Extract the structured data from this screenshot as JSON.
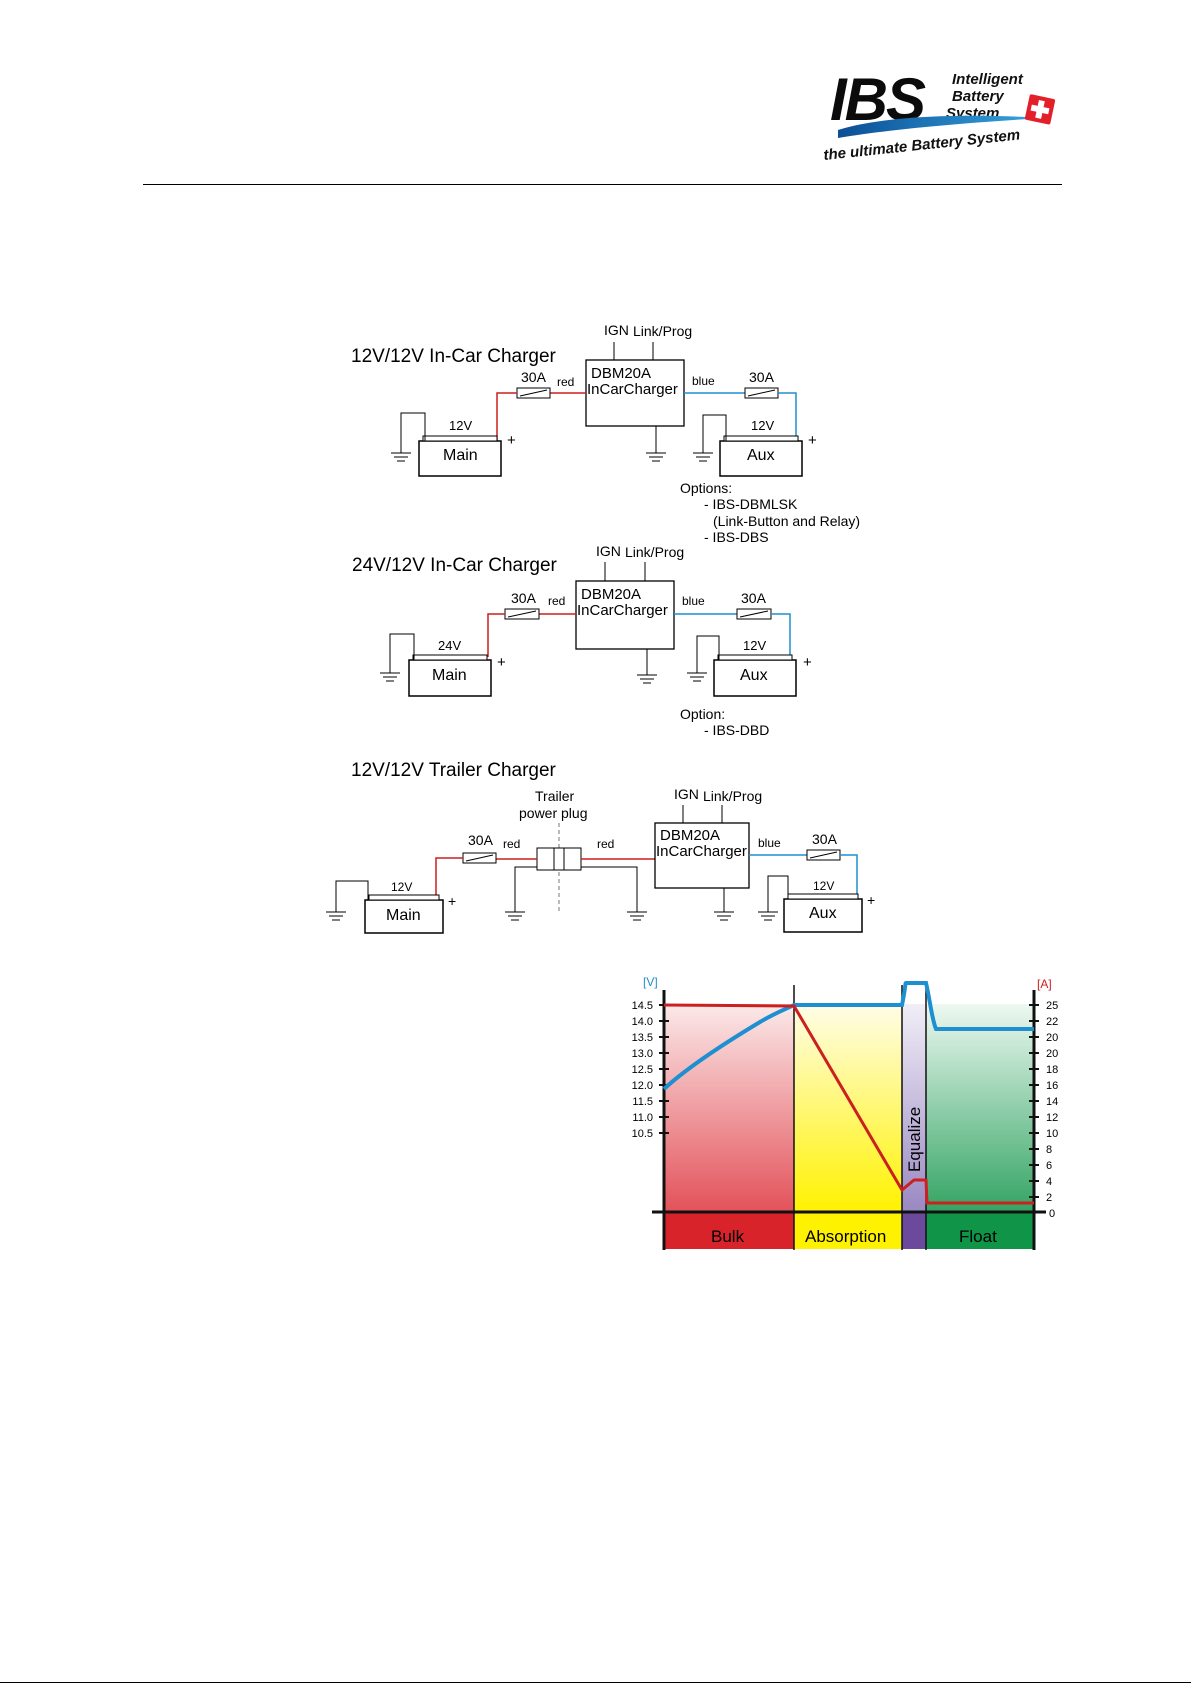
{
  "logo": {
    "brand": "IBS",
    "line1": "Intelligent",
    "line2": "Battery",
    "line3": "System",
    "tagline": "the ultimate Battery System",
    "brand_color": "#1f6cb3",
    "flag_color": "#e3202a"
  },
  "common": {
    "charger_line1": "DBM20A",
    "charger_line2": "InCarCharger",
    "ign": "IGN",
    "link": "Link/Prog",
    "fuse": "30A",
    "red": "red",
    "blue": "blue",
    "main": "Main",
    "aux": "Aux",
    "plus": "+",
    "v12": "12V",
    "v24": "24V"
  },
  "diagram1": {
    "title": "12V/12V In-Car Charger",
    "options_title": "Options:",
    "option1": "- IBS-DBMLSK",
    "option1_note": "(Link-Button and Relay)",
    "option2": "- IBS-DBS"
  },
  "diagram2": {
    "title": "24V/12V In-Car Charger",
    "options_title": "Option:",
    "option1": "- IBS-DBD"
  },
  "diagram3": {
    "title": "12V/12V Trailer Charger",
    "plug_line1": "Trailer",
    "plug_line2": "power plug"
  },
  "chart": {
    "left_unit": "[V]",
    "right_unit": "[A]",
    "left_ticks": [
      "14.5",
      "14.0",
      "13.5",
      "13.0",
      "12.5",
      "12.0",
      "11.5",
      "11.0",
      "10.5"
    ],
    "right_ticks": [
      "25",
      "22",
      "20",
      "20",
      "18",
      "16",
      "14",
      "12",
      "10",
      "8",
      "6",
      "4",
      "2",
      "0"
    ],
    "phases": [
      "Bulk",
      "Absorption",
      "Equalize",
      "Float"
    ],
    "colors": {
      "voltage": "#1e8fd0",
      "current": "#cc1f1f",
      "bulk": "#d9232a",
      "absorption": "#fff200",
      "equalize": "#6b4a9e",
      "float": "#0f9448"
    }
  }
}
